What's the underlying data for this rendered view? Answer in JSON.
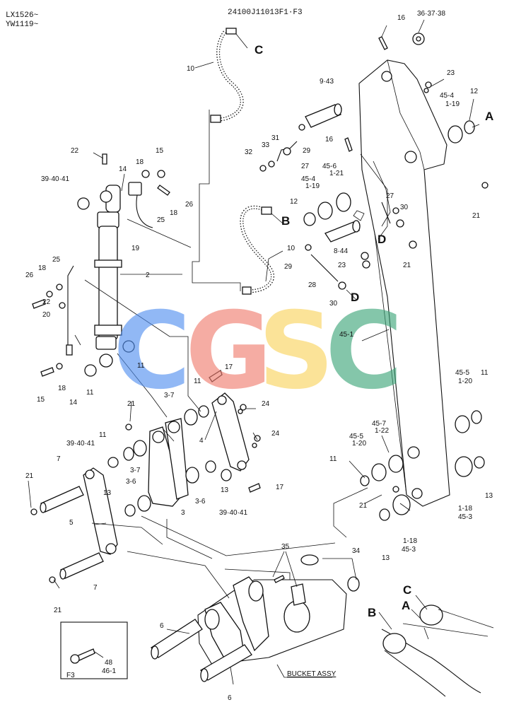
{
  "header": {
    "serial_line1": "LX1526~",
    "serial_line2": "YW1119~",
    "diagram_code": "24100J11013F1·F3"
  },
  "watermark": {
    "letters": [
      "C",
      "G",
      "S",
      "C"
    ],
    "colors": [
      "#4f8ef0",
      "#f07a6c",
      "#f9d35a",
      "#3aa477"
    ]
  },
  "callouts": {
    "c1": "16",
    "c2": "36·37·38",
    "c3": "C",
    "c4": "10",
    "c5": "9·43",
    "c6": "23",
    "c7": "45-4",
    "c8": "1-19",
    "c9": "12",
    "c10": "A",
    "c11": "31",
    "c12": "33",
    "c13": "29",
    "c14": "32",
    "c15": "16",
    "c16": "27",
    "c17": "45-6",
    "c18": "1-21",
    "c19": "45-4",
    "c20": "1-19",
    "c21": "21",
    "c22": "12",
    "c23": "B",
    "c24": "27",
    "c25": "30",
    "c26": "D",
    "c27": "10",
    "c28": "29",
    "c29": "8·44",
    "c30": "21",
    "c31": "23",
    "c32": "28",
    "c33": "30",
    "c34": "D",
    "c35": "22",
    "c36": "15",
    "c37": "14",
    "c38": "18",
    "c39": "39·40·41",
    "c40": "26",
    "c41": "18",
    "c42": "25",
    "c43": "19",
    "c44": "2",
    "c45": "25",
    "c46": "26",
    "c47": "18",
    "c48": "22",
    "c49": "20",
    "c50": "11",
    "c51": "15",
    "c52": "18",
    "c53": "11",
    "c54": "14",
    "c55": "17",
    "c56": "3-7",
    "c57": "11",
    "c58": "24",
    "c59": "21",
    "c60": "39·40·41",
    "c61": "11",
    "c62": "3-7",
    "c63": "4",
    "c64": "24",
    "c65": "3-6",
    "c66": "3",
    "c67": "3-6",
    "c68": "13",
    "c69": "39·40·41",
    "c70": "17",
    "c71": "7",
    "c72": "21",
    "c73": "13",
    "c74": "5",
    "c75": "7",
    "c76": "21",
    "c77": "45-1",
    "c78": "45-5",
    "c79": "1-20",
    "c80": "11",
    "c81": "45-7",
    "c82": "1-22",
    "c83": "45-5",
    "c84": "1-20",
    "c85": "11",
    "c86": "21",
    "c87": "13",
    "c88": "1-18",
    "c89": "45-3",
    "c90": "1-18",
    "c91": "45-3",
    "c92": "13",
    "c93": "35",
    "c94": "34",
    "c95": "6",
    "c96": "6",
    "c97": "BUCKET ASSY",
    "c98": "48",
    "c99": "46-1",
    "c100": "F3",
    "c101": "C",
    "c102": "A",
    "c103": "B"
  }
}
